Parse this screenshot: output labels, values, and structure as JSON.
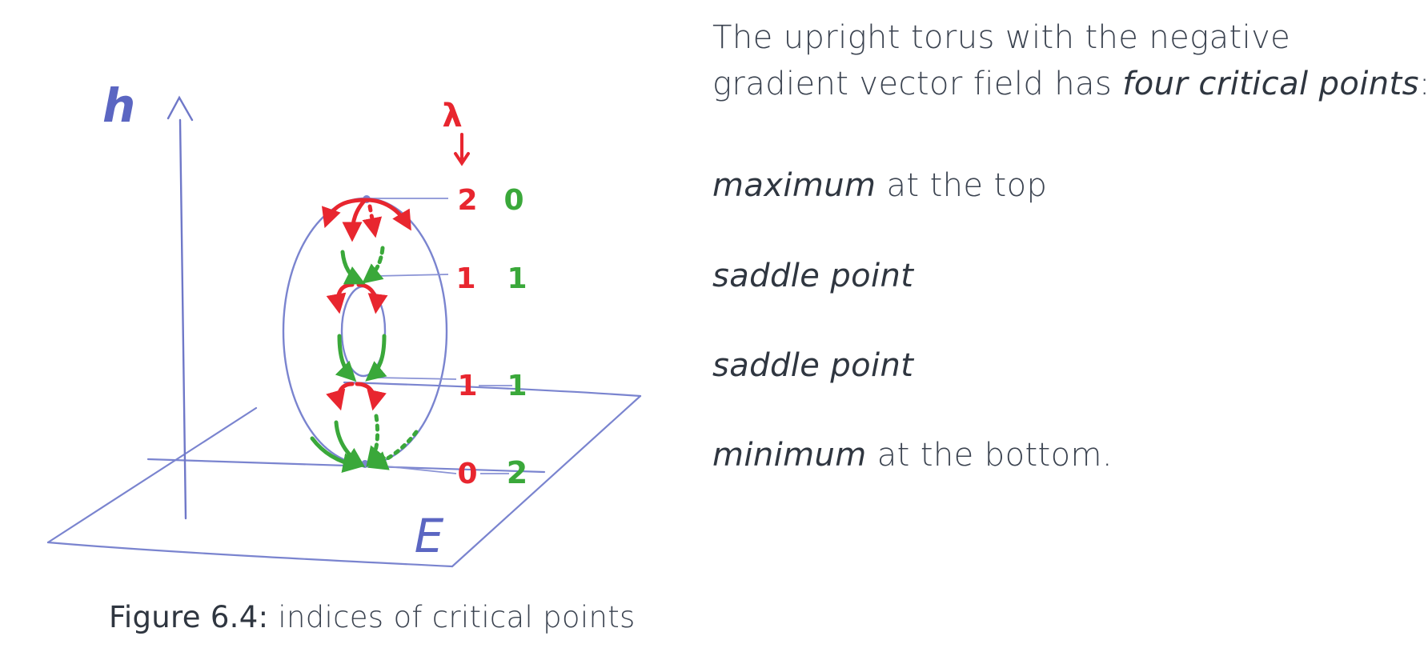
{
  "figure": {
    "axis_label": "h",
    "plane_label": "E",
    "column_header": "λ",
    "rows": [
      {
        "red": "2",
        "green": "0"
      },
      {
        "red": "1",
        "green": "1"
      },
      {
        "red": "1",
        "green": "1"
      },
      {
        "red": "0",
        "green": "2"
      }
    ],
    "caption_label": "Figure 6.4:",
    "caption_text": "indices of critical points",
    "colors": {
      "pen_blue": "#6f78c8",
      "pen_red": "#e8262f",
      "pen_green": "#3aa83a"
    }
  },
  "text": {
    "intro_line1": "The upright torus with the negative",
    "intro_line2_prefix": "gradient vector field has ",
    "intro_line2_emph": "four critical points",
    "intro_line2_suffix": ":",
    "items": [
      {
        "emph": "maximum",
        "rest": " at the top"
      },
      {
        "emph": "saddle point",
        "rest": ""
      },
      {
        "emph": "saddle point",
        "rest": ""
      },
      {
        "emph": "minimum",
        "rest": " at the bottom."
      }
    ]
  }
}
